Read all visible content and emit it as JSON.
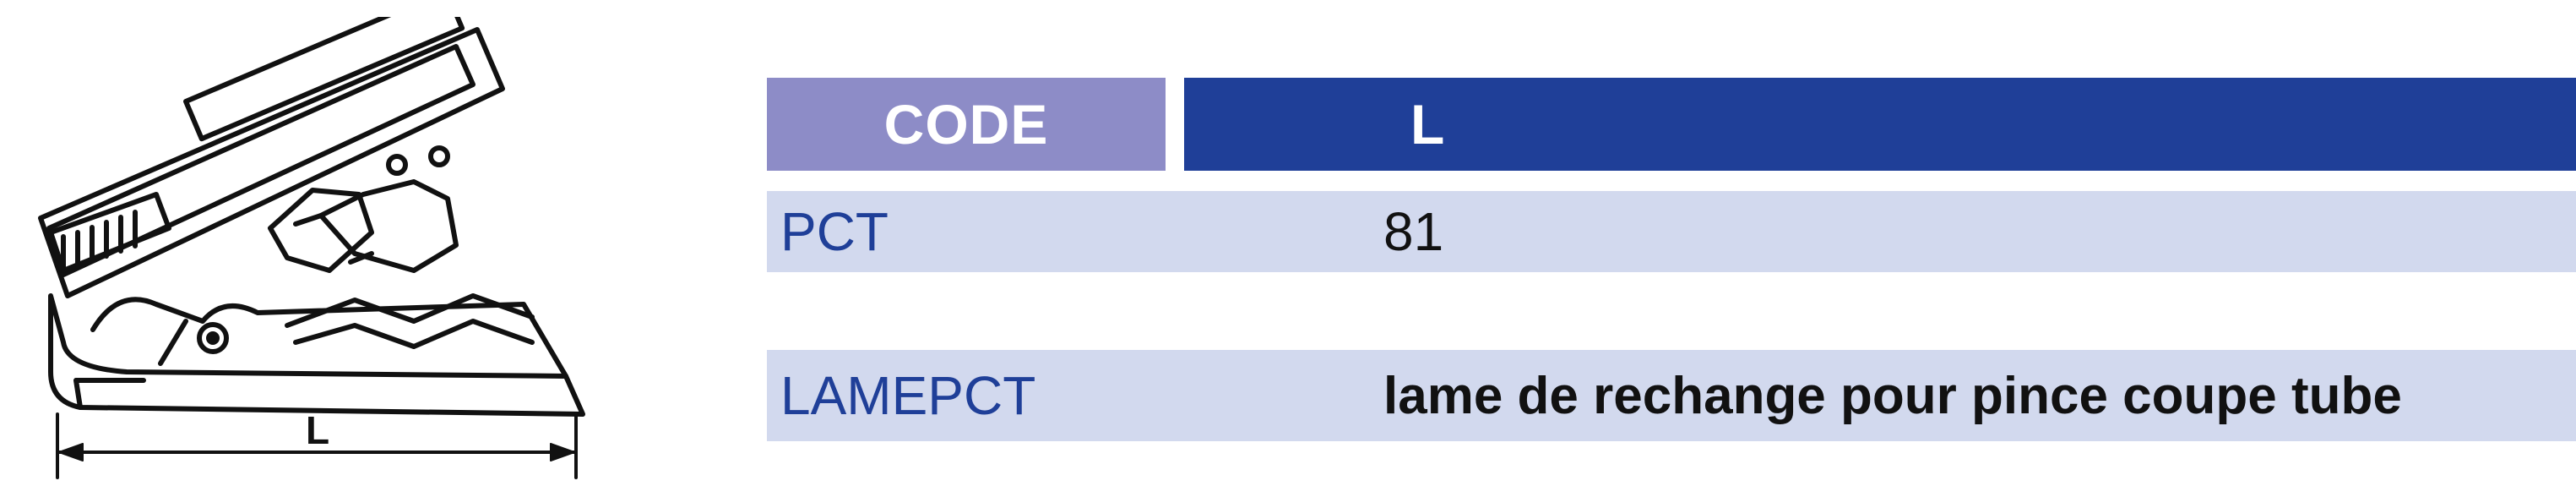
{
  "drawing": {
    "dimension_label": "L"
  },
  "table": {
    "headers": {
      "code": "CODE",
      "l": "L"
    },
    "rows": [
      {
        "code": "PCT",
        "l": "81"
      },
      {
        "code": "LAMEPCT",
        "l": "lame de rechange pour pince coupe tube"
      }
    ]
  },
  "colors": {
    "header_code_bg": "#8d8cc7",
    "header_l_bg": "#1f3f98",
    "row_bg": "#d2d9ee",
    "code_text": "#1f3f98"
  }
}
